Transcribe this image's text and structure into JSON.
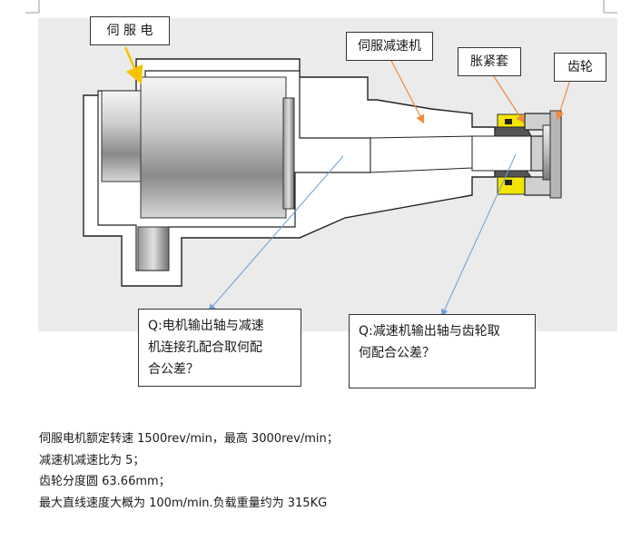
{
  "labels": {
    "servo_motor": "伺 服 电",
    "servo_reducer": "伺服减速机",
    "expansion_sleeve": "胀紧套",
    "gear": "齿轮"
  },
  "questions": {
    "q1": [
      "Q:电机输出轴与减速",
      "机连接孔配合取何配",
      "合公差？"
    ],
    "q2": [
      "Q:减速机输出轴与齿轮取",
      "何配合公差？"
    ]
  },
  "body_lines": [
    "伺服电机额定转速 1500rev/min，最高 3000rev/min；",
    "减速机减速比为 5；",
    "齿轮分度圆 63.66mm；",
    "最大直线速度大概为 100m/min.负载重量约为 315KG"
  ],
  "colors": {
    "diagram_bg": "#ebebeb",
    "orange_arrow": "#f08a3c",
    "yellow_arrow": "#f5c400",
    "blue_arrow": "#6a9fd8",
    "yellow_part": "#f2e600"
  }
}
